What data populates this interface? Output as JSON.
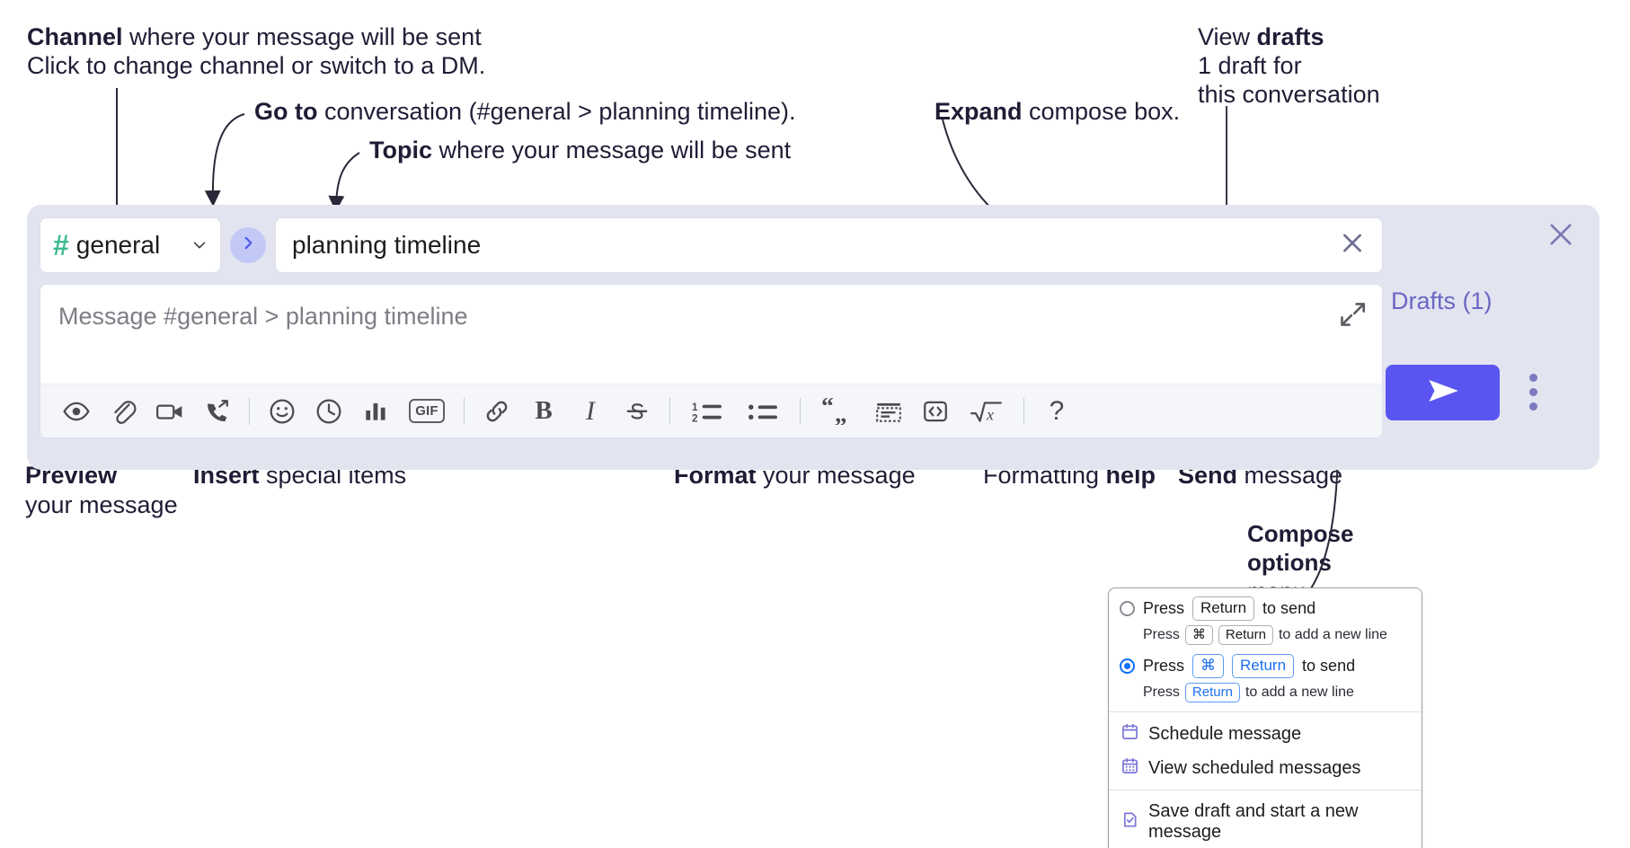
{
  "annotations": {
    "channel": {
      "bold": "Channel",
      "rest": " where your message will be sent",
      "sub": "Click to change channel or switch to a DM."
    },
    "goto": {
      "bold": "Go to",
      "rest": " conversation (#general > planning timeline)."
    },
    "topic": {
      "bold": "Topic",
      "rest": " where your message will be sent"
    },
    "expand": {
      "bold": "Expand",
      "rest": " compose box."
    },
    "drafts": {
      "bold_lead": "View ",
      "bold": "drafts",
      "sub1": "1 draft for",
      "sub2": "this conversation"
    },
    "preview": {
      "bold": "Preview",
      "line2": "your message"
    },
    "insert": {
      "bold": "Insert",
      "rest": " special items"
    },
    "format": {
      "bold": "Format",
      "rest": " your message"
    },
    "help": {
      "lead": "Formatting ",
      "bold": "help"
    },
    "send": {
      "bold": "Send",
      "rest": " message"
    },
    "compose_options": {
      "bold1": "Compose",
      "bold2": "options",
      "rest": "menu"
    }
  },
  "compose": {
    "channel": {
      "hash": "#",
      "name": "general",
      "icon": "hash-icon",
      "caret": "chevron-down-icon"
    },
    "goto_button": {
      "icon": "chevron-right-icon"
    },
    "topic": {
      "value": "planning timeline",
      "clear_icon": "close-icon"
    },
    "message": {
      "placeholder": "Message #general > planning timeline",
      "value": "",
      "expand_icon": "expand-icon"
    },
    "drafts_label": "Drafts (1)",
    "close_icon": "close-icon",
    "send": {
      "icon": "send-paper-plane-icon",
      "color": "#5a55f0"
    },
    "options_icon": "kebab-vertical-icon",
    "toolbar": [
      {
        "name": "preview-button",
        "icon": "eye-icon",
        "glyph": "eye"
      },
      {
        "name": "attach-button",
        "icon": "paperclip-icon",
        "glyph": "paperclip"
      },
      {
        "name": "video-button",
        "icon": "video-camera-icon",
        "glyph": "video"
      },
      {
        "name": "call-button",
        "icon": "phone-forward-icon",
        "glyph": "phone"
      },
      {
        "name": "divider-1",
        "icon": "divider",
        "glyph": "sep"
      },
      {
        "name": "emoji-button",
        "icon": "smiley-face-icon",
        "glyph": "smiley"
      },
      {
        "name": "reminder-button",
        "icon": "clock-icon",
        "glyph": "clock"
      },
      {
        "name": "poll-button",
        "icon": "bar-chart-icon",
        "glyph": "bars"
      },
      {
        "name": "gif-button",
        "icon": "gif-icon",
        "glyph": "gif",
        "label": "GIF"
      },
      {
        "name": "divider-2",
        "icon": "divider",
        "glyph": "sep"
      },
      {
        "name": "link-button",
        "icon": "link-icon",
        "glyph": "link"
      },
      {
        "name": "bold-button",
        "icon": "bold-icon",
        "glyph": "bold",
        "label": "B"
      },
      {
        "name": "italic-button",
        "icon": "italic-icon",
        "glyph": "italic",
        "label": "I"
      },
      {
        "name": "strikethrough-button",
        "icon": "strikethrough-icon",
        "glyph": "strike"
      },
      {
        "name": "divider-3",
        "icon": "divider",
        "glyph": "sep"
      },
      {
        "name": "ordered-list-button",
        "icon": "numbered-list-icon",
        "glyph": "ol"
      },
      {
        "name": "bulleted-list-button",
        "icon": "bulleted-list-icon",
        "glyph": "ul"
      },
      {
        "name": "divider-4",
        "icon": "divider",
        "glyph": "sep"
      },
      {
        "name": "blockquote-button",
        "icon": "quote-icon",
        "glyph": "quote"
      },
      {
        "name": "code-block-button",
        "icon": "code-block-icon",
        "glyph": "codeblock"
      },
      {
        "name": "code-button",
        "icon": "code-icon",
        "glyph": "code"
      },
      {
        "name": "math-button",
        "icon": "square-root-icon",
        "glyph": "math"
      },
      {
        "name": "divider-5",
        "icon": "divider",
        "glyph": "sep"
      },
      {
        "name": "formatting-help-button",
        "icon": "question-mark-icon",
        "glyph": "help",
        "label": "?"
      }
    ]
  },
  "menu": {
    "options": [
      {
        "selected": false,
        "press": "Press",
        "keys": [
          "Return"
        ],
        "tail": "to send",
        "sub_press": "Press",
        "sub_keys": [
          "⌘",
          "Return"
        ],
        "sub_tail": "to add a new line"
      },
      {
        "selected": true,
        "press": "Press",
        "keys": [
          "⌘",
          "Return"
        ],
        "tail": "to send",
        "sub_press": "Press",
        "sub_keys": [
          "Return"
        ],
        "sub_tail": "to add a new line"
      }
    ],
    "items": [
      {
        "label": "Schedule message",
        "icon": "calendar-icon"
      },
      {
        "label": "View scheduled messages",
        "icon": "calendar-grid-icon"
      },
      {
        "label": "Save draft and start a new message",
        "icon": "document-check-icon"
      }
    ]
  },
  "colors": {
    "compose_bg": "#e2e4f0",
    "accent_purple": "#5a55f0",
    "drafts_text": "#6a67c4",
    "hash_green": "#3eb991",
    "radio_blue": "#0b6ef5"
  }
}
